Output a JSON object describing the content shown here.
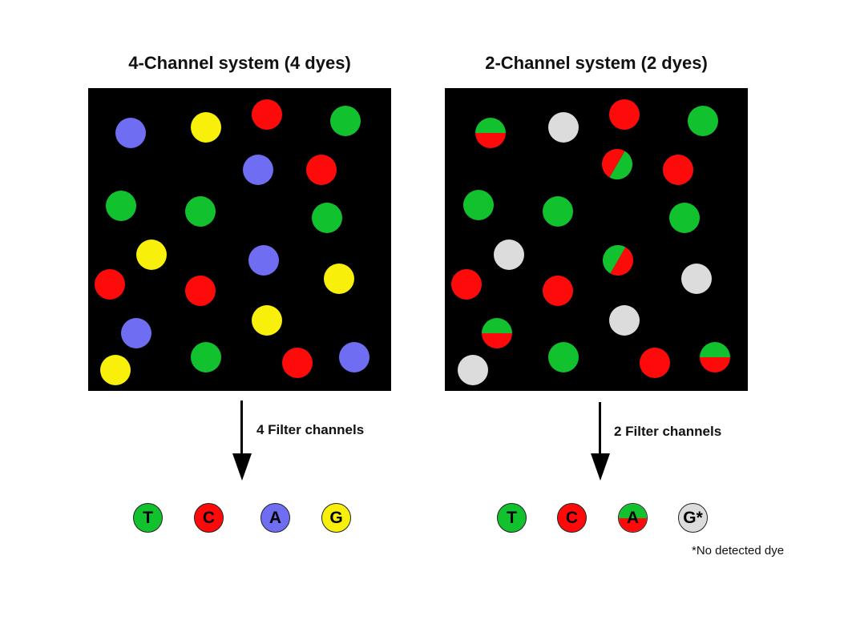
{
  "colors": {
    "green": "#12c12e",
    "red": "#ff0a0a",
    "blue": "#6f6ef3",
    "yellow": "#f8ef0a",
    "grey": "#dcdcdc",
    "background": "#000000"
  },
  "left": {
    "title": "4-Channel system (4 dyes)",
    "arrow_label": "4 Filter channels",
    "bases": [
      {
        "letter": "T",
        "color": "green"
      },
      {
        "letter": "C",
        "color": "red"
      },
      {
        "letter": "A",
        "color": "blue"
      },
      {
        "letter": "G",
        "color": "yellow"
      }
    ]
  },
  "right": {
    "title": "2-Channel system (2 dyes)",
    "arrow_label": "2 Filter channels",
    "bases": [
      {
        "letter": "T",
        "color": "green"
      },
      {
        "letter": "C",
        "color": "red"
      },
      {
        "letter": "A",
        "color": "green-red"
      },
      {
        "letter": "G*",
        "color": "grey"
      }
    ],
    "footnote": "*No detected dye"
  }
}
